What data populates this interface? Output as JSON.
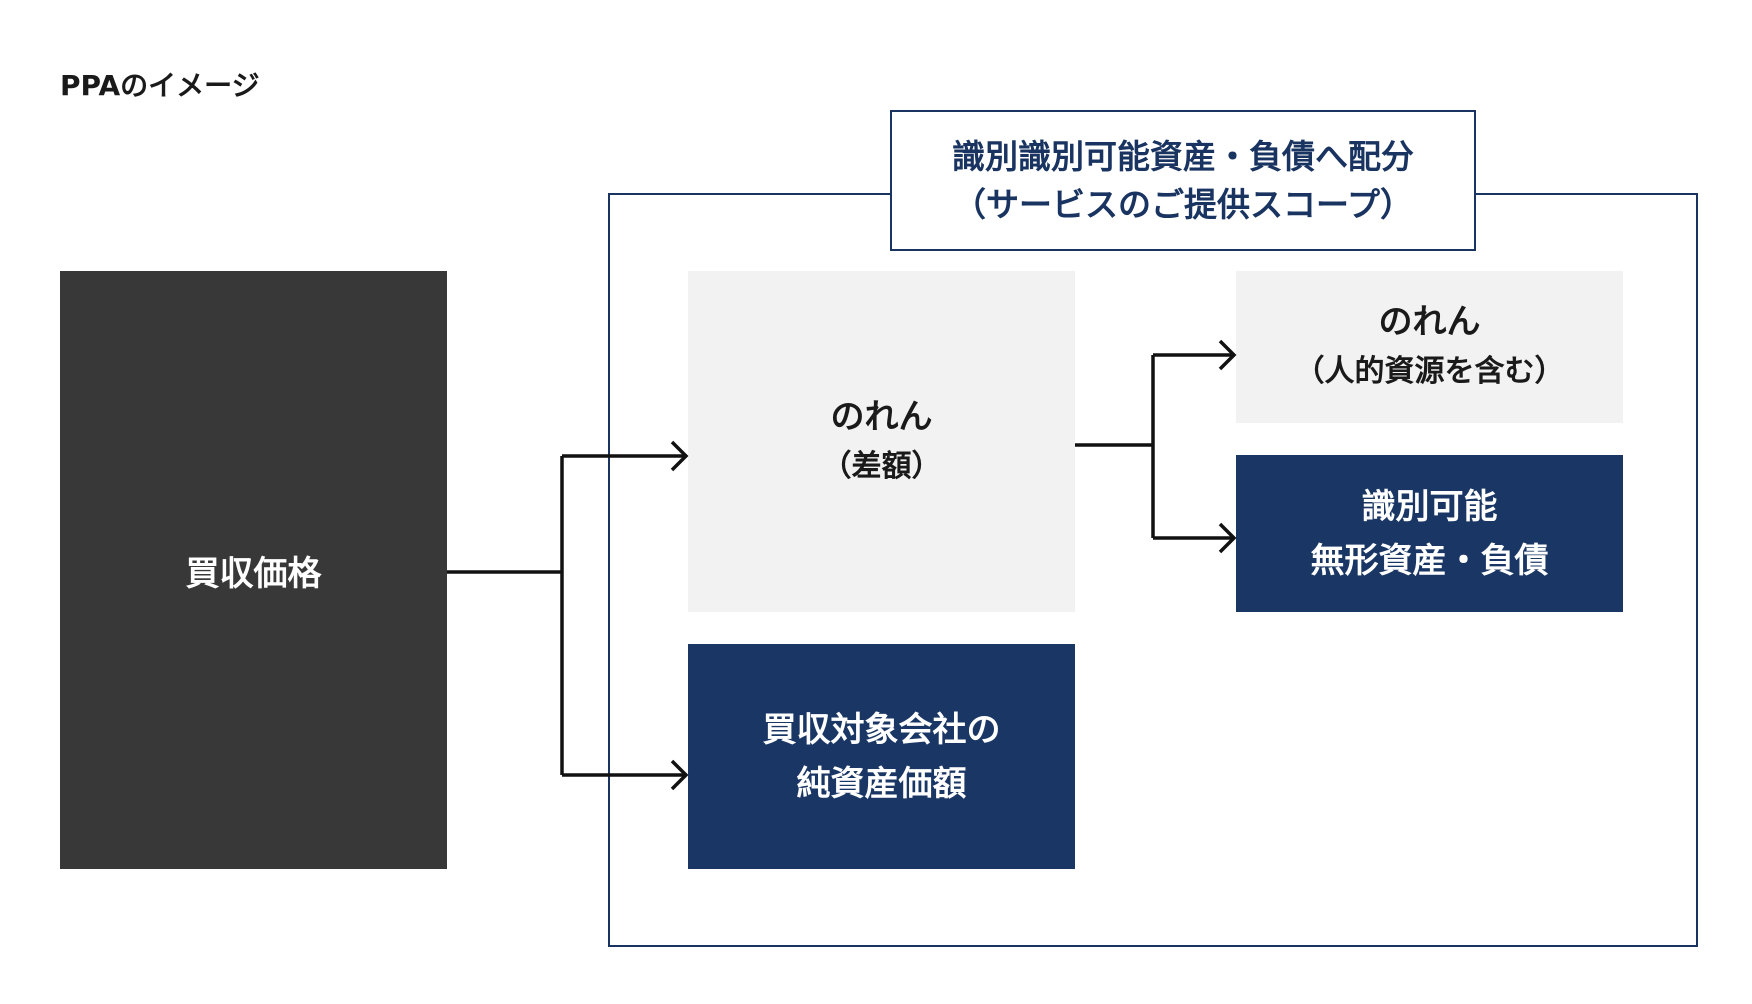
{
  "title": "PPAのイメージ",
  "scope": {
    "line1": "識別識別可能資産・負債へ配分",
    "line2": "（サービスのご提供スコープ）"
  },
  "purchase_price": {
    "label": "買収価格"
  },
  "goodwill_difference": {
    "line1": "のれん",
    "line2": "（差額）"
  },
  "net_assets": {
    "line1": "買収対象会社の",
    "line2": "純資産価額"
  },
  "goodwill_human": {
    "line1": "のれん",
    "line2": "（人的資源を含む）"
  },
  "identifiable_intangibles": {
    "line1": "識別可能",
    "line2": "無形資産・負債"
  },
  "colors": {
    "navy": "#193664",
    "dark_gray": "#383838",
    "light_gray": "#f2f2f2",
    "frame": "#1a3461"
  }
}
